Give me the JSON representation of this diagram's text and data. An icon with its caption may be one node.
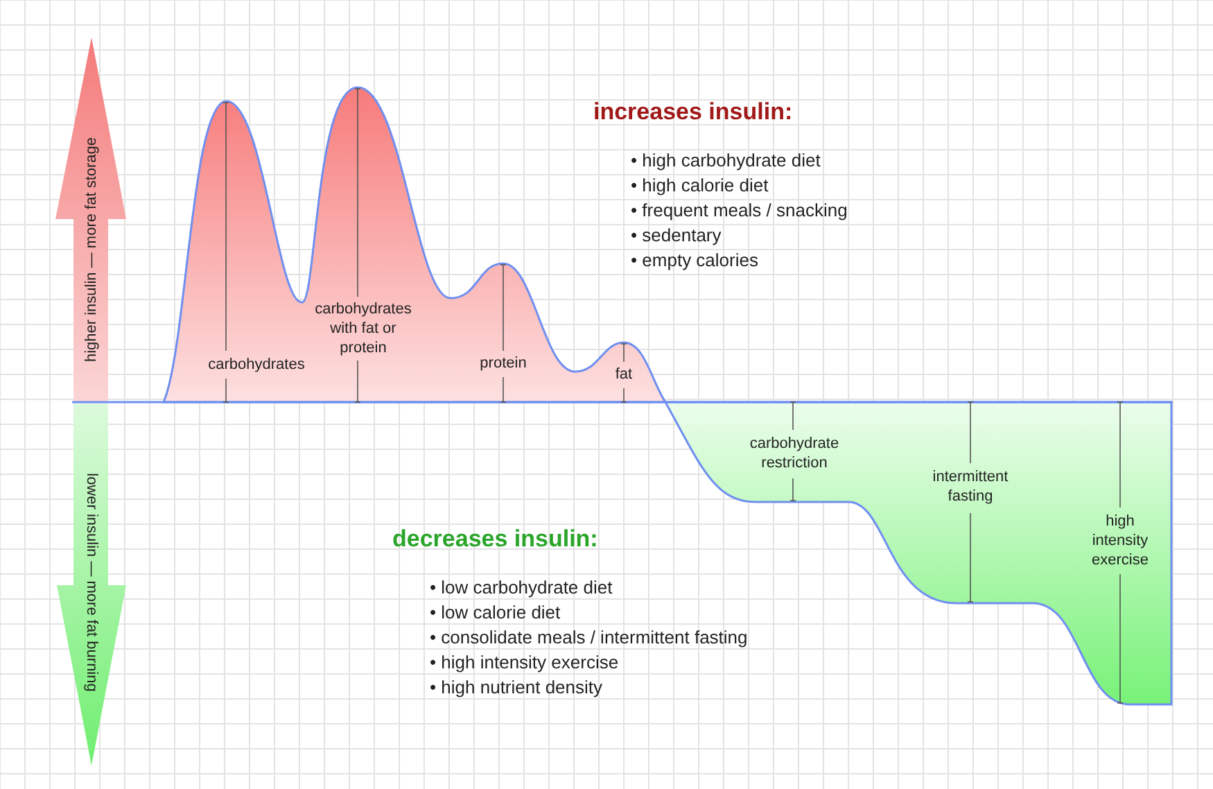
{
  "diagram": {
    "labels": [
      "increases insulin:",
      "• high carbohydrate diet",
      "• high calorie diet",
      "• frequent meals / snacking",
      "• sedentary",
      "• empty calories",
      "higher insulin — more fat storage",
      "carbohydrates with fat or protein",
      "carbohydrates",
      "protein",
      "fat",
      "lower insulin — more fat burning",
      "carbohydrate restriction",
      "intermittent fasting",
      "decreases insulin:",
      "high intensity exercise",
      "• low carbohydrate diet",
      "• low calorie diet",
      "• consolidate meals / intermittent fasting",
      "• high intensity exercise",
      "• high nutrient density"
    ]
  }
}
